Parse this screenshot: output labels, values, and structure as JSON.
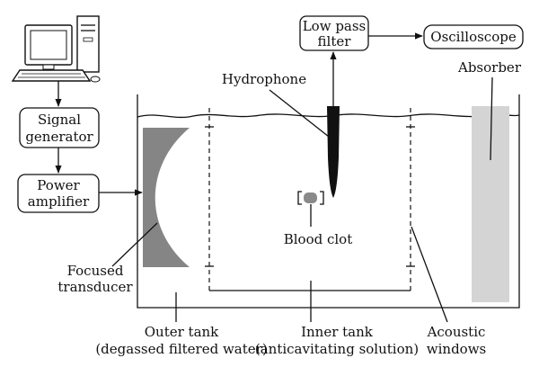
{
  "labels": {
    "low_pass_1": "Low pass",
    "low_pass_2": "filter",
    "oscilloscope": "Oscilloscope",
    "hydrophone": "Hydrophone",
    "absorber": "Absorber",
    "signal_gen_1": "Signal",
    "signal_gen_2": "generator",
    "power_amp_1": "Power",
    "power_amp_2": "amplifier",
    "blood_clot": "Blood clot",
    "focused_1": "Focused",
    "focused_2": "transducer",
    "outer_1": "Outer tank",
    "outer_2": "(degassed filtered water)",
    "inner_1": "Inner tank",
    "inner_2": "(anticavitating solution)",
    "acoustic_1": "Acoustic",
    "acoustic_2": "windows"
  },
  "colors": {
    "transducer": "#858585",
    "absorber": "#d4d4d4",
    "clot": "#8a8a8a",
    "hydrophone": "#111111",
    "line": "#111111"
  },
  "icons": {
    "computer": "desktop-computer-icon"
  }
}
